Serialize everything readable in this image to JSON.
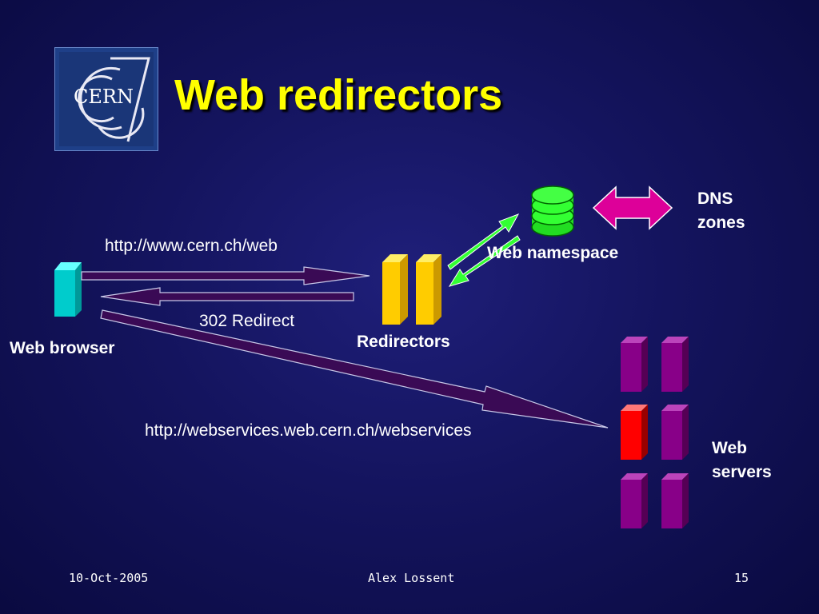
{
  "slide": {
    "title": "Web redirectors",
    "logo_text": "CERN"
  },
  "diagram": {
    "web_browser_label": "Web browser",
    "redirectors_label": "Redirectors",
    "web_namespace_label": "Web namespace",
    "dns_zones_line1": "DNS",
    "dns_zones_line2": "zones",
    "web_servers_line1": "Web",
    "web_servers_line2": "servers",
    "request_url": "http://www.cern.ch/web",
    "redirect_label": "302 Redirect",
    "final_url": "http://webservices.web.cern.ch/webservices"
  },
  "footer": {
    "date": "10-Oct-2005",
    "author": "Alex Lossent",
    "page": "15"
  },
  "colors": {
    "title": "#ffff00",
    "browser": "#00cccc",
    "redirector": "#ffcc00",
    "namespace": "#33ff33",
    "dns_arrow": "#dd0099",
    "server": "#880088",
    "server_active": "#ff0000"
  }
}
